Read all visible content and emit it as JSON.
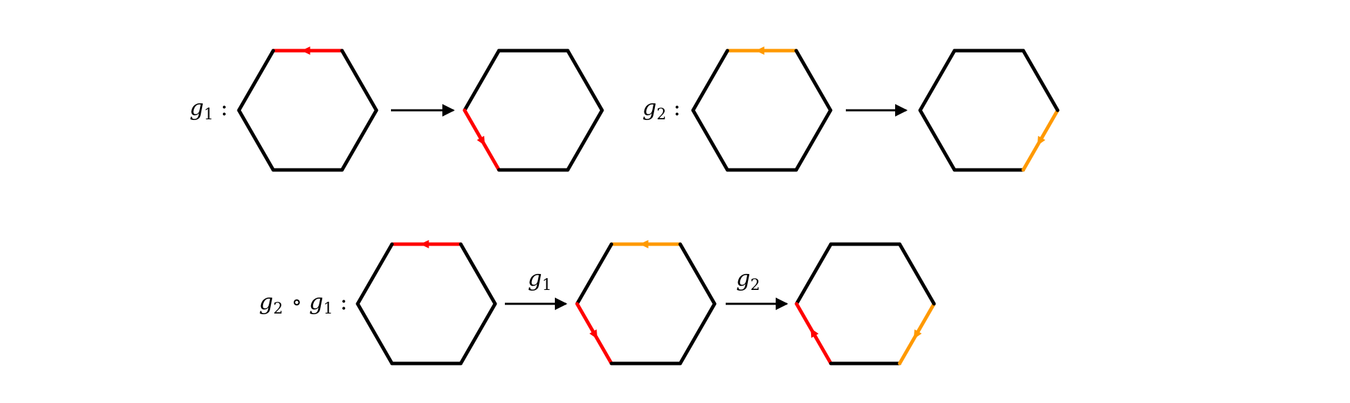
{
  "colors": {
    "black": "#000000",
    "red": "#ff0000",
    "orange": "#ff9900"
  },
  "rows": [
    {
      "groups": [
        {
          "label": {
            "var": "g",
            "sub": "1",
            "colon": ":"
          },
          "hexagons": [
            {
              "edges": [
                {
                  "side": "top",
                  "color": "red",
                  "arrow": "left"
                }
              ]
            },
            {
              "edges": [
                {
                  "side": "lower-left",
                  "color": "red",
                  "arrow": "down"
                }
              ]
            }
          ],
          "arrows": [
            {
              "label": ""
            }
          ]
        },
        {
          "label": {
            "var": "g",
            "sub": "2",
            "colon": ":"
          },
          "hexagons": [
            {
              "edges": [
                {
                  "side": "top",
                  "color": "orange",
                  "arrow": "left"
                }
              ]
            },
            {
              "edges": [
                {
                  "side": "lower-right",
                  "color": "orange",
                  "arrow": "down"
                }
              ]
            }
          ],
          "arrows": [
            {
              "label": ""
            }
          ]
        }
      ]
    },
    {
      "groups": [
        {
          "label": {
            "var": "g",
            "sub": "2",
            "op": "∘",
            "var2": "g",
            "sub2": "1",
            "colon": ":"
          },
          "hexagons": [
            {
              "edges": [
                {
                  "side": "top",
                  "color": "red",
                  "arrow": "left"
                }
              ]
            },
            {
              "edges": [
                {
                  "side": "top",
                  "color": "orange",
                  "arrow": "left"
                },
                {
                  "side": "lower-left",
                  "color": "red",
                  "arrow": "down"
                }
              ]
            },
            {
              "edges": [
                {
                  "side": "lower-left",
                  "color": "red",
                  "arrow": "up"
                },
                {
                  "side": "lower-right",
                  "color": "orange",
                  "arrow": "down"
                }
              ]
            }
          ],
          "arrows": [
            {
              "label": {
                "var": "g",
                "sub": "1"
              }
            },
            {
              "label": {
                "var": "g",
                "sub": "2"
              }
            }
          ]
        }
      ]
    }
  ]
}
